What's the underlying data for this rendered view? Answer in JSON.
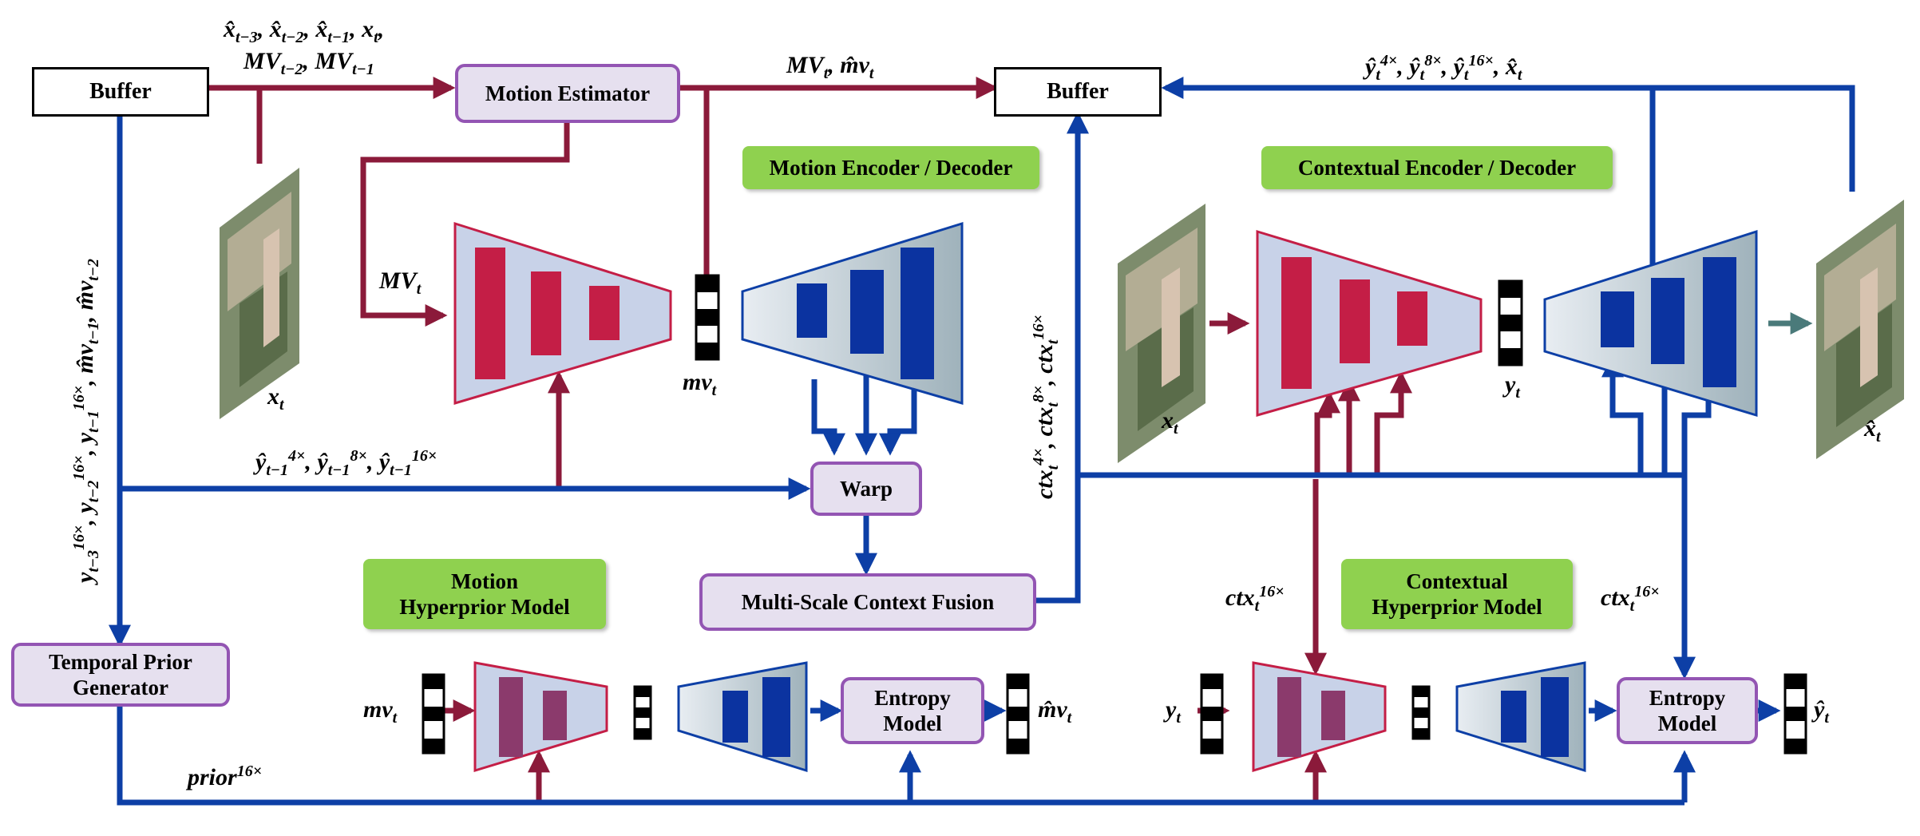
{
  "blocks": {
    "buffer_left": "Buffer",
    "buffer_mid": "Buffer",
    "motion_estimator": "Motion Estimator",
    "warp": "Warp",
    "mscf": "Multi-Scale Context Fusion",
    "tpg_line1": "Temporal Prior",
    "tpg_line2": "Generator",
    "entropy_motion_line1": "Entropy",
    "entropy_motion_line2": "Model",
    "entropy_context_line1": "Entropy",
    "entropy_context_line2": "Model",
    "motion_codec": "Motion Encoder / Decoder",
    "context_codec": "Contextual Encoder / Decoder",
    "motion_hyper_line1": "Motion",
    "motion_hyper_line2": "Hyperprior Model",
    "context_hyper_line1": "Contextual",
    "context_hyper_line2": "Hyperprior Model"
  },
  "labels": {
    "me_inputs_line1": "x̂_{t−3}, x̂_{t−2}, x̂_{t−1}, x_t,",
    "me_inputs_line2": "MV_{t−2}, MV_{t−1}",
    "mv_out": "MV_t, m̂v_t",
    "ctx_out": "ŷ_t^{4×}, ŷ_t^{8×}, ŷ_t^{16×}, x̂_t",
    "MV_t": "MV_t",
    "x_t_left": "x_t",
    "mv_t_latent": "mv_t",
    "y_prev": "ŷ_{t−1}^{4×}, ŷ_{t−1}^{8×}, ŷ_{t−1}^{16×}",
    "temporal_inputs": "y_{t−3}^{16×}, y_{t−2}^{16×}, y_{t−1}^{16×}, m̂v_{t−1}, m̂v_{t−2}",
    "ctx_multi": "ctx_t^{4×}, ctx_t^{8×}, ctx_t^{16×}",
    "x_t_ctx": "x_t",
    "y_t_latent": "y_t",
    "x_hat_t": "x̂_t",
    "ctx16_left": "ctx_t^{16×}",
    "ctx16_right": "ctx_t^{16×}",
    "mv_t_hyper_in": "mv_t",
    "mv_hat_out": "m̂v_t",
    "y_t_hyper_in": "y_t",
    "y_hat_out": "ŷ_t",
    "prior": "prior^{16×}"
  },
  "colors": {
    "red_path": "#8b1a3a",
    "blue_path": "#0d3fa6",
    "encoder_fill": "#c8d2e8",
    "encoder_edge": "#c41e46",
    "encoder_bar": "#c41e46",
    "decoder_edge": "#0d3fa6",
    "decoder_bar": "#0b33a0",
    "hyper_bar": "#8b3a6c",
    "module_border": "#9355b3",
    "module_fill": "#e6e0ef",
    "green_block": "#8fd14f",
    "teal_arrow": "#4a7a7a"
  },
  "icons": [
    "video-frame-thumbnail",
    "latent-bitstream-icon",
    "arrow-right-icon",
    "arrow-up-icon",
    "arrow-down-icon"
  ]
}
